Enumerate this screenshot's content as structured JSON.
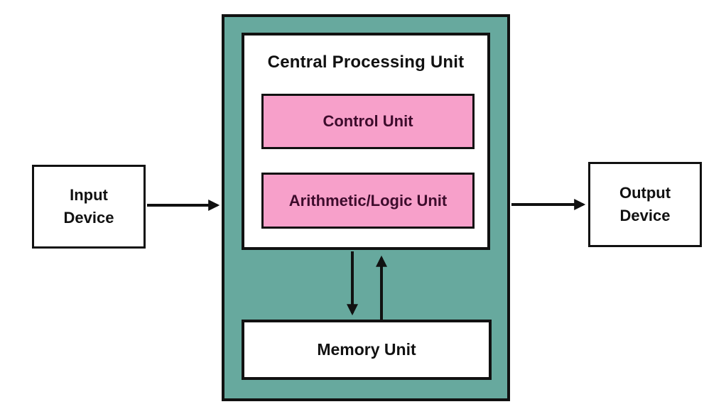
{
  "colors": {
    "background": "#FFFFFF",
    "cpu_container": "#67A99E",
    "unit_box": "#F7A0CA",
    "unit_text": "#3D0C2C",
    "line": "#111111",
    "text": "#111111"
  },
  "diagram": {
    "title": "Central Processing Unit",
    "nodes": {
      "input_device": {
        "label": "Input\nDevice"
      },
      "output_device": {
        "label": "Output\nDevice"
      },
      "control_unit": {
        "label": "Control Unit"
      },
      "alu": {
        "label": "Arithmetic/Logic Unit"
      },
      "memory_unit": {
        "label": "Memory Unit"
      }
    },
    "edges": [
      {
        "from": "input_device",
        "to": "central_processing_unit",
        "direction": "right"
      },
      {
        "from": "central_processing_unit",
        "to": "output_device",
        "direction": "right"
      },
      {
        "from": "central_processing_unit",
        "to": "memory_unit",
        "direction": "down"
      },
      {
        "from": "memory_unit",
        "to": "central_processing_unit",
        "direction": "up"
      }
    ]
  }
}
